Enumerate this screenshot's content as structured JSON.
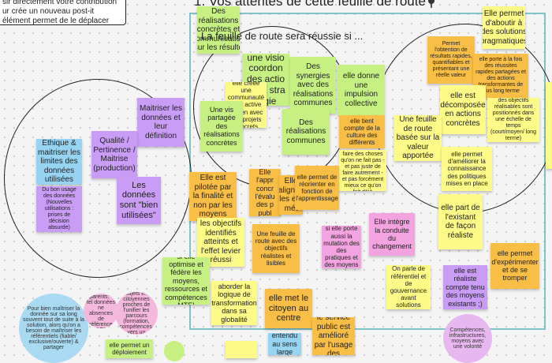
{
  "board": {
    "instructions": "sir directement votre contribution\nur crée un nouveau post-it\nélément permet de le déplacer",
    "title": "1. Vos attentes de cette feuille de route",
    "subtitle": "La feuille de route sera réussie si ..."
  },
  "notes": {
    "n1": "Des réalisations concrètes et communication sur les résulte",
    "n2": "une visio coordon des actio de la stra régie",
    "n3": "Des synergies avec des réalisations communes",
    "n4": "elle créée une communauté data active en lien avec des projets concrets",
    "n5": "Une vis partagée des réalisations concrètes",
    "n6": "Des réalisations communes",
    "n7": "elle donne une impulsion collective",
    "n8": "elle tient compte de la culture des différents",
    "n9": "elle permet de faire des choses qu'on ne fait pas - et pas juste de faire autrement - et pas forcément mieux ce qu'on fait déjà",
    "n10": "Permet l'obtention de résultats rapides, quantifiables et présentant une réelle valeur",
    "n11": "elle porte à la fois des réussites rapides partagées et des actions transformantes de plus long terme",
    "n12": "Elle permet d'aboutir à des solutions pragmatiques",
    "n13": "elle est décomposée en actions concrètes",
    "n14": "des objectifs réalisables sont positionnés dans une échelle de temps (court/moyen/ long terme)",
    "n15": "Une feuille de route basée sur la valeur apportée",
    "n16": "elle permet d'améliorer la connaissance des politiques mises en place",
    "n17": "Maitriser les données et leur définition",
    "n18": "Qualité / Pertinence / Maitrise (production)",
    "n19": "Les données sont \"bien utilisées\"",
    "n20": "Ethique & maitriser les limites des données utilisées",
    "n21": "Du bon usage des données (Nouvelles utilisations : prises de décision absurde)",
    "n22": "Elle est pilotée par la finalité et non par les moyens",
    "n23": "Elle l'appr concr l'évalu des p publ",
    "n24": "Elle alignée les ent mét",
    "n25": "elle permet de réorienter en fonction de l'apprentissage",
    "n26": "les objectifs identifiés atteints et l'effet levier réussi",
    "n27": "Une feuille de route avec des objectifs réalistes et lisibles",
    "n28": "si elle porte aussi la mutation des des pratiques et des moyens",
    "n29": "Elle intègre la conduite du changement",
    "n30": "elle part de l'existant de façon réaliste",
    "n31": "si elle optimise et fédère les moyens, ressources et compétences MTEI",
    "n32": "aborder la logique de transformation dans sa globalité",
    "n33": "elle met le citoyen au centre",
    "n34": "On parle de référentiel et de gouvernance avant solutions",
    "n35": "elle est réaliste compte tenu des moyens existants ;)",
    "n36": "elle permet d'expérimenter et de se tromper",
    "n37": "le service public est amélioré par l'usage des",
    "n38": "entendu au sens large",
    "n39": "elle permet un déploiement"
  },
  "dots": {
    "d1": "Pour bien maîtriser la donnée sur sa long souvent tout de suite à la solution, alors qu'on a besoin de maîtriser les référentiels (fiable/ exclusive/ouverte) & partager",
    "d2": "Réflexion/se parents: - tel données ne absences de référence (DGEFP)",
    "d3": "Capt. Mr. des sujets en citoyennes proches de l'unifier les parcours (formation, compétences, vers un proposer)",
    "d4": "Compétences, infrastructures, moyens avec une volonté"
  },
  "colors": {
    "yellow": "#fdfa87",
    "green": "#c7f083",
    "orange": "#f8be45",
    "pink": "#f3a4e0",
    "violet": "#c99cf5",
    "blue": "#96d4f2",
    "frame": "#7fc3c8"
  },
  "icons": {
    "pin": "pin-icon"
  }
}
